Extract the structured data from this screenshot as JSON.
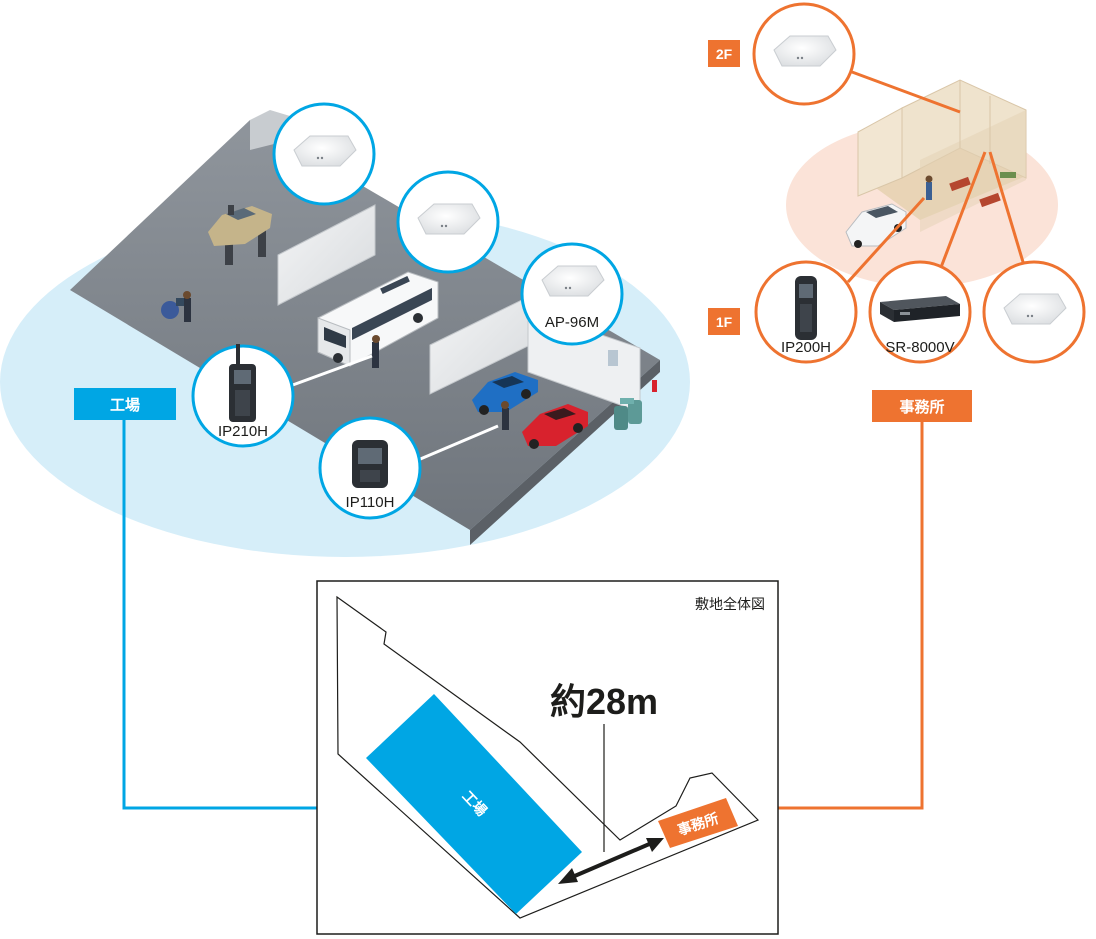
{
  "factory": {
    "label": "工場",
    "access_points": [
      "",
      "",
      "AP-96M"
    ],
    "devices": [
      "IP210H",
      "IP110H"
    ]
  },
  "office": {
    "label": "事務所",
    "floors": [
      "2F",
      "1F"
    ],
    "devices": [
      "IP200H",
      "SR-8000V",
      ""
    ]
  },
  "site_map": {
    "title": "敷地全体図",
    "distance": "約28m",
    "factory_label": "工場",
    "office_label": "事務所"
  },
  "colors": {
    "factory_blue": "#00a6e4",
    "office_orange": "#ee7330",
    "factory_area": "#d6eef9",
    "office_area": "#fbe3d8"
  },
  "icons": [
    "access-point-icon",
    "handheld-radio-icon",
    "compact-radio-icon",
    "cordless-phone-icon",
    "server-unit-icon"
  ]
}
